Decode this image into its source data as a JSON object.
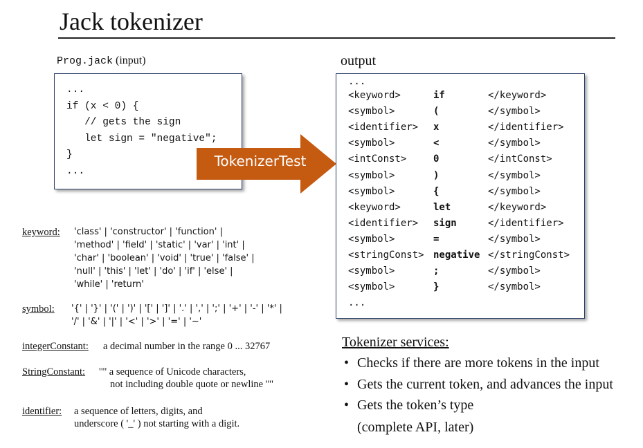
{
  "title": "Jack tokenizer",
  "input": {
    "filename": "Prog.jack",
    "suffix": "(input)",
    "lines": [
      "...",
      "if (x < 0) {",
      "   // gets the sign",
      "   let sign = \"negative\";",
      "}",
      "..."
    ]
  },
  "arrow": {
    "label": "TokenizerTest",
    "color": "#c55a11"
  },
  "output": {
    "label": "output",
    "top_ellipsis": "...",
    "bottom_ellipsis": "...",
    "rows": [
      [
        "<keyword>",
        "if",
        "</keyword>"
      ],
      [
        "<symbol>",
        "(",
        "</symbol>"
      ],
      [
        "<identifier>",
        "x",
        "</identifier>"
      ],
      [
        "<symbol>",
        "<",
        "</symbol>"
      ],
      [
        "<intConst>",
        "0",
        "</intConst>"
      ],
      [
        "<symbol>",
        ")",
        "</symbol>"
      ],
      [
        "<symbol>",
        "{",
        "</symbol>"
      ],
      [
        "<keyword>",
        "let",
        "</keyword>"
      ],
      [
        "<identifier>",
        "sign",
        "</identifier>"
      ],
      [
        "<symbol>",
        "=",
        "</symbol>"
      ],
      [
        "<stringConst>",
        "negative",
        "</stringConst>"
      ],
      [
        "<symbol>",
        ";",
        "</symbol>"
      ],
      [
        "<symbol>",
        "}",
        "</symbol>"
      ]
    ]
  },
  "grammar": {
    "keyword": {
      "label": "keyword:",
      "lines": [
        "'class' | 'constructor' | 'function' |",
        "'method' | 'field' | 'static' | 'var' | 'int' |",
        "'char' | 'boolean' | 'void' | 'true' | 'false' |",
        "'null' | 'this' | 'let' | 'do' | 'if' | 'else' |",
        "'while' | 'return'"
      ]
    },
    "symbol": {
      "label": "symbol:",
      "lines": [
        "'{' | '}' | '(' | ')' | '[' | ']' | '.' | ',' | ';' | '+' | '-' | '*' |",
        "'/' | '&' | '|' | '<' | '>' | '=' | '~'"
      ]
    },
    "integer": {
      "label": "integerConstant:",
      "text": "a decimal number in the range 0 ... 32767"
    },
    "string": {
      "label": "StringConstant:",
      "lines": [
        "'\"' a sequence of Unicode characters,",
        "not including double quote or newline '\"'"
      ]
    },
    "identifier": {
      "label": "identifier:",
      "lines": [
        "a sequence of letters, digits, and",
        "underscore ( '_' ) not starting with a digit."
      ]
    }
  },
  "services": {
    "title": "Tokenizer services:",
    "bullets": [
      "Checks if there are more tokens in the input",
      "Gets the current token, and advances the input",
      "Gets the token’s type"
    ],
    "note": "(complete API, later)"
  }
}
